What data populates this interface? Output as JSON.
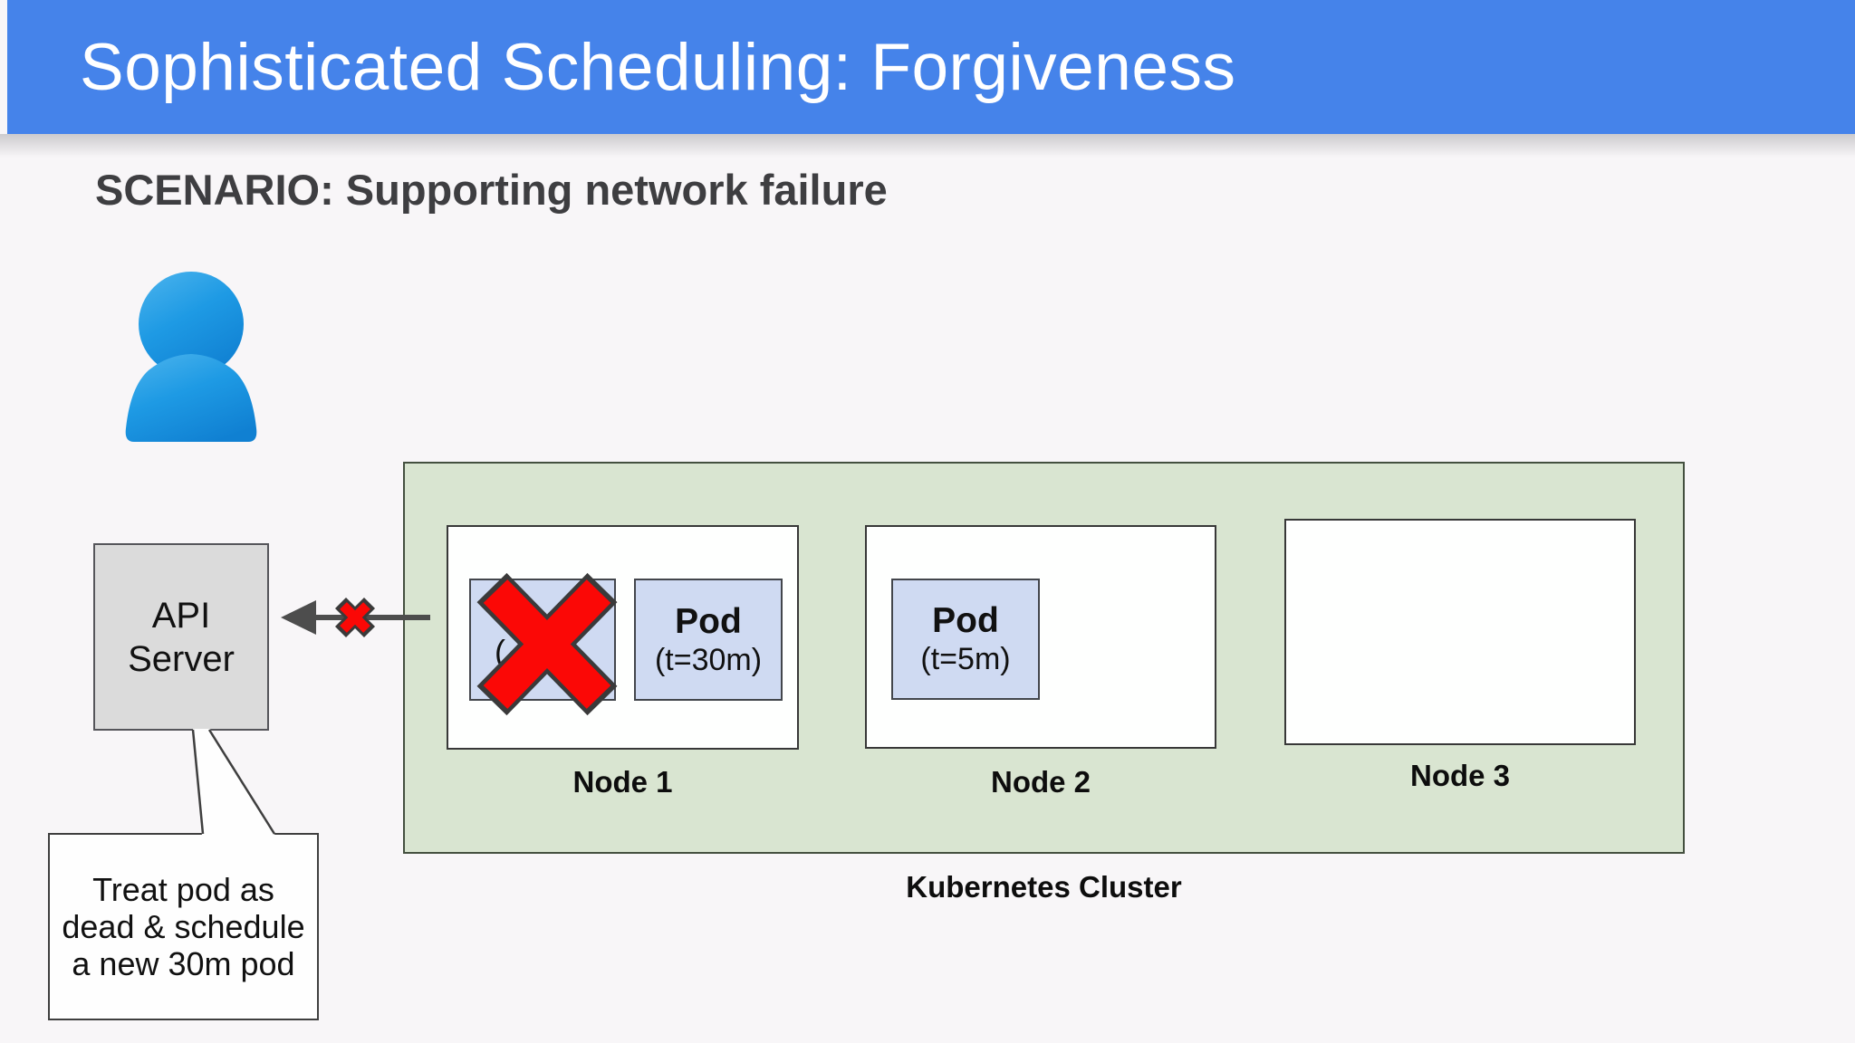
{
  "slide": {
    "title": "Sophisticated Scheduling: Forgiveness",
    "scenario_heading": "SCENARIO: Supporting network failure"
  },
  "api_server": {
    "line1": "API",
    "line2": "Server"
  },
  "callout": {
    "line1": "Treat pod as",
    "line2": "dead & schedule",
    "line3": "a new 30m pod"
  },
  "cluster": {
    "label": "Kubernetes Cluster",
    "nodes": [
      {
        "label": "Node 1"
      },
      {
        "label": "Node 2"
      },
      {
        "label": "Node 3"
      }
    ]
  },
  "pods": {
    "dead_pod_visible_text": "(",
    "pod_30m": {
      "name": "Pod",
      "time": "(t=30m)"
    },
    "pod_5m": {
      "name": "Pod",
      "time": "(t=5m)"
    }
  },
  "icons": {
    "user": "user-icon",
    "connection_failure": "red-x-icon",
    "dead_pod_mark": "red-x-icon",
    "arrow": "left-arrow-icon"
  },
  "colors": {
    "header-blue": "#4583EA",
    "slide-bg": "#F8F6F8",
    "heading-text": "#3E3E41",
    "cluster-green": "#D9E5D1",
    "cluster-border": "#44503F",
    "node-border": "#383838",
    "pod-blue": "#CFDAF2",
    "pod-border": "#43464C",
    "api-gray": "#DBDBDB",
    "api-border": "#55555A",
    "x-red": "#FB0806",
    "x-outline": "#3A3A3A",
    "arrow-gray": "#4D4D4D",
    "person-blue-light": "#47B1EC",
    "person-blue-dark": "#1080D2",
    "text-black": "#111111"
  }
}
